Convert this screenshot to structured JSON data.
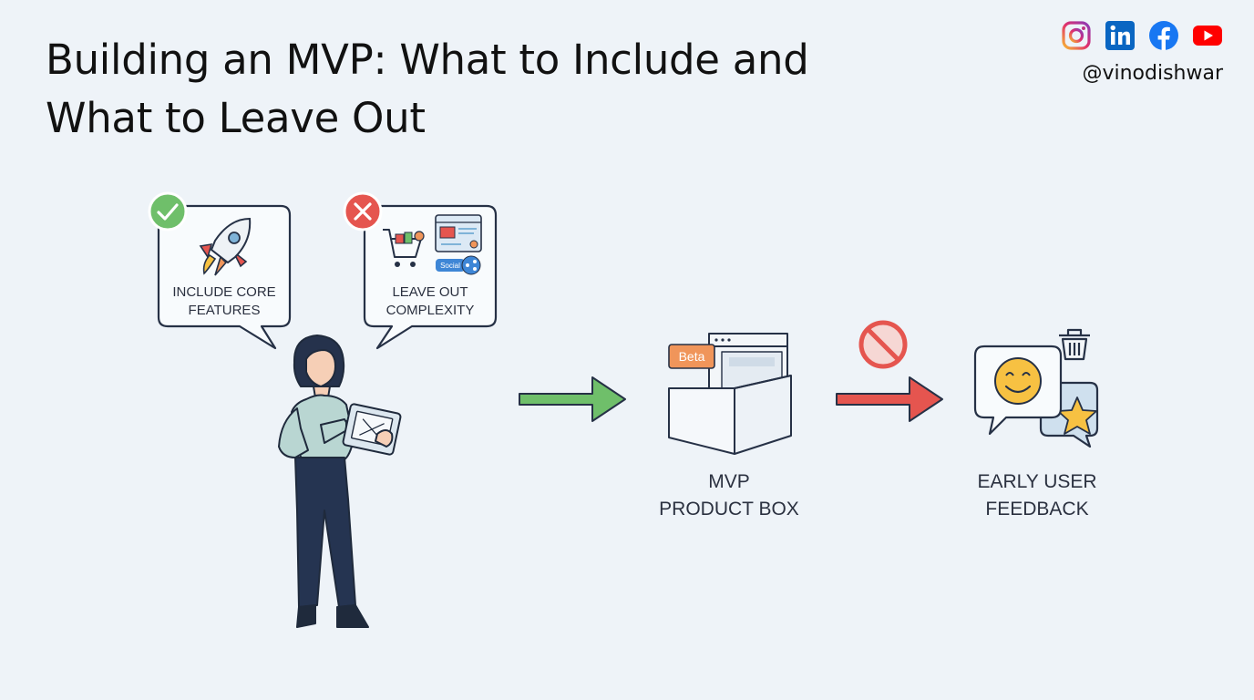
{
  "title": {
    "line1": "Building an MVP: What to Include and",
    "line2": "What to Leave Out"
  },
  "social": {
    "icons": [
      "instagram-icon",
      "linkedin-icon",
      "facebook-icon",
      "youtube-icon"
    ],
    "handle": "@vinodishwar"
  },
  "bubbles": {
    "include": {
      "line1": "INCLUDE CORE",
      "line2": "FEATURES",
      "icon": "rocket-icon",
      "badge": "check-icon"
    },
    "leave_out": {
      "line1": "LEAVE OUT",
      "line2": "COMPLEXITY",
      "icon": "cart-icon",
      "badge": "x-icon",
      "chip": "Social"
    }
  },
  "steps": {
    "mvp": {
      "line1": "MVP",
      "line2": "PRODUCT BOX",
      "badge": "Beta"
    },
    "feedback": {
      "line1": "EARLY USER",
      "line2": "FEEDBACK"
    }
  },
  "colors": {
    "background": "#eef3f8",
    "green": "#6fbf6a",
    "red": "#e5554f",
    "orange": "#f0955a",
    "navy": "#253451",
    "shirt": "#b9d6d2"
  }
}
